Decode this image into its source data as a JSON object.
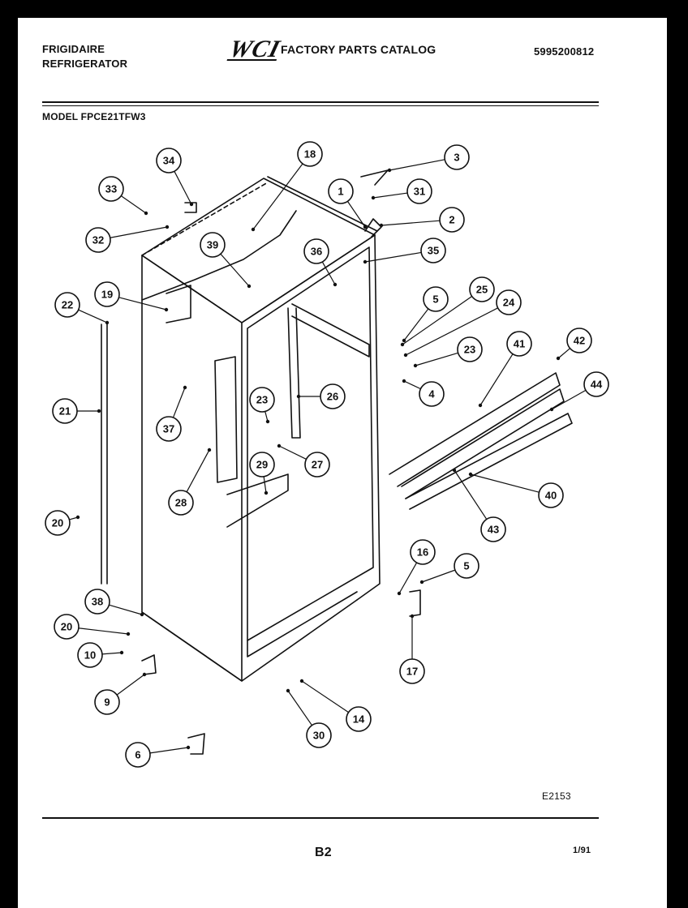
{
  "header": {
    "brand": "FRIGIDAIRE",
    "product": "REFRIGERATOR",
    "logo": "WCI",
    "catalog": "FACTORY PARTS CATALOG",
    "catalog_number": "5995200812",
    "model": "MODEL FPCE21TFW3"
  },
  "diagram": {
    "callouts": [
      "1",
      "2",
      "3",
      "4",
      "5",
      "5",
      "6",
      "9",
      "10",
      "14",
      "16",
      "17",
      "18",
      "19",
      "20",
      "20",
      "21",
      "22",
      "23",
      "23",
      "24",
      "25",
      "26",
      "27",
      "28",
      "29",
      "30",
      "31",
      "32",
      "33",
      "34",
      "35",
      "36",
      "37",
      "38",
      "39",
      "40",
      "41",
      "42",
      "43",
      "44"
    ]
  },
  "footer": {
    "drawing_code": "E2153",
    "page": "B2",
    "date": "1/91"
  }
}
